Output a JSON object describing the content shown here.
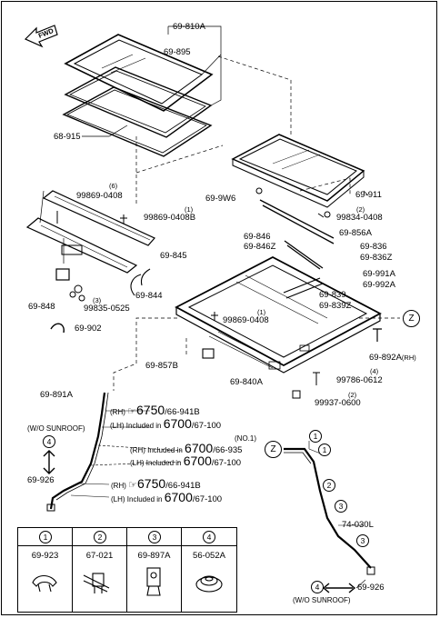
{
  "fwd_label": "FWD",
  "parts": {
    "p1": "69-810A",
    "p2": "69-895",
    "p3": "68-915",
    "p4": "69-9W6",
    "p5": "69-911",
    "p6": "99834-0408",
    "p6q": "(2)",
    "p7": "69-856A",
    "p8": "69-836",
    "p9": "69-836Z",
    "p10": "69-846",
    "p11": "69-846Z",
    "p12": "69-991A",
    "p13": "69-992A",
    "p14": "99869-0408",
    "p14q": "(6)",
    "p15": "99869-0408B",
    "p15q": "(1)",
    "p16": "69-845",
    "p17": "69-844",
    "p18": "69-848",
    "p19": "99835-0525",
    "p19q": "(3)",
    "p20": "69-902",
    "p21": "69-839",
    "p22": "69-839Z",
    "p23": "99869-0408",
    "p23q": "(1)",
    "p24": "69-857B",
    "p25": "69-840A",
    "p26": "69-892A",
    "p26s": "(RH)",
    "p27": "99786-0612",
    "p27q": "(4)",
    "p28": "99937-0600",
    "p28q": "(2)",
    "p29": "69-891A",
    "p30": "69-926",
    "p31": "74-030L",
    "p32": "69-926"
  },
  "notes": {
    "wo_sunroof": "(W/O SUNROOF)",
    "wo_sunroof2": "(W/O SUNROOF)",
    "no1": "(NO.1)",
    "ref_a_side": "(RH)",
    "ref_a_num": "6750",
    "ref_a_sub": "/66-941B",
    "ref_b_pre": "(LH) Included in",
    "ref_b_num": "6700",
    "ref_b_sub": "/67-100",
    "ref_c_pre": "(RH) Included in",
    "ref_c_num": "6700",
    "ref_c_sub": "/66-935",
    "ref_d_pre": "(LH) Included in",
    "ref_d_num": "6700",
    "ref_d_sub": "/67-100",
    "ref_e_side": "(RH)",
    "ref_e_num": "6750",
    "ref_e_sub": "/66-941B",
    "ref_f_pre": "(LH) Included in",
    "ref_f_num": "6700",
    "ref_f_sub": "/67-100"
  },
  "markers": {
    "z1": "Z",
    "z2": "Z",
    "c4a": "4",
    "c1a": "1",
    "c1b": "1",
    "c2a": "2",
    "c3a": "3",
    "c3b": "3",
    "c4b": "4"
  },
  "legend": [
    {
      "num": "1",
      "part": "69-923"
    },
    {
      "num": "2",
      "part": "67-021"
    },
    {
      "num": "3",
      "part": "69-897A"
    },
    {
      "num": "4",
      "part": "56-052A"
    }
  ]
}
